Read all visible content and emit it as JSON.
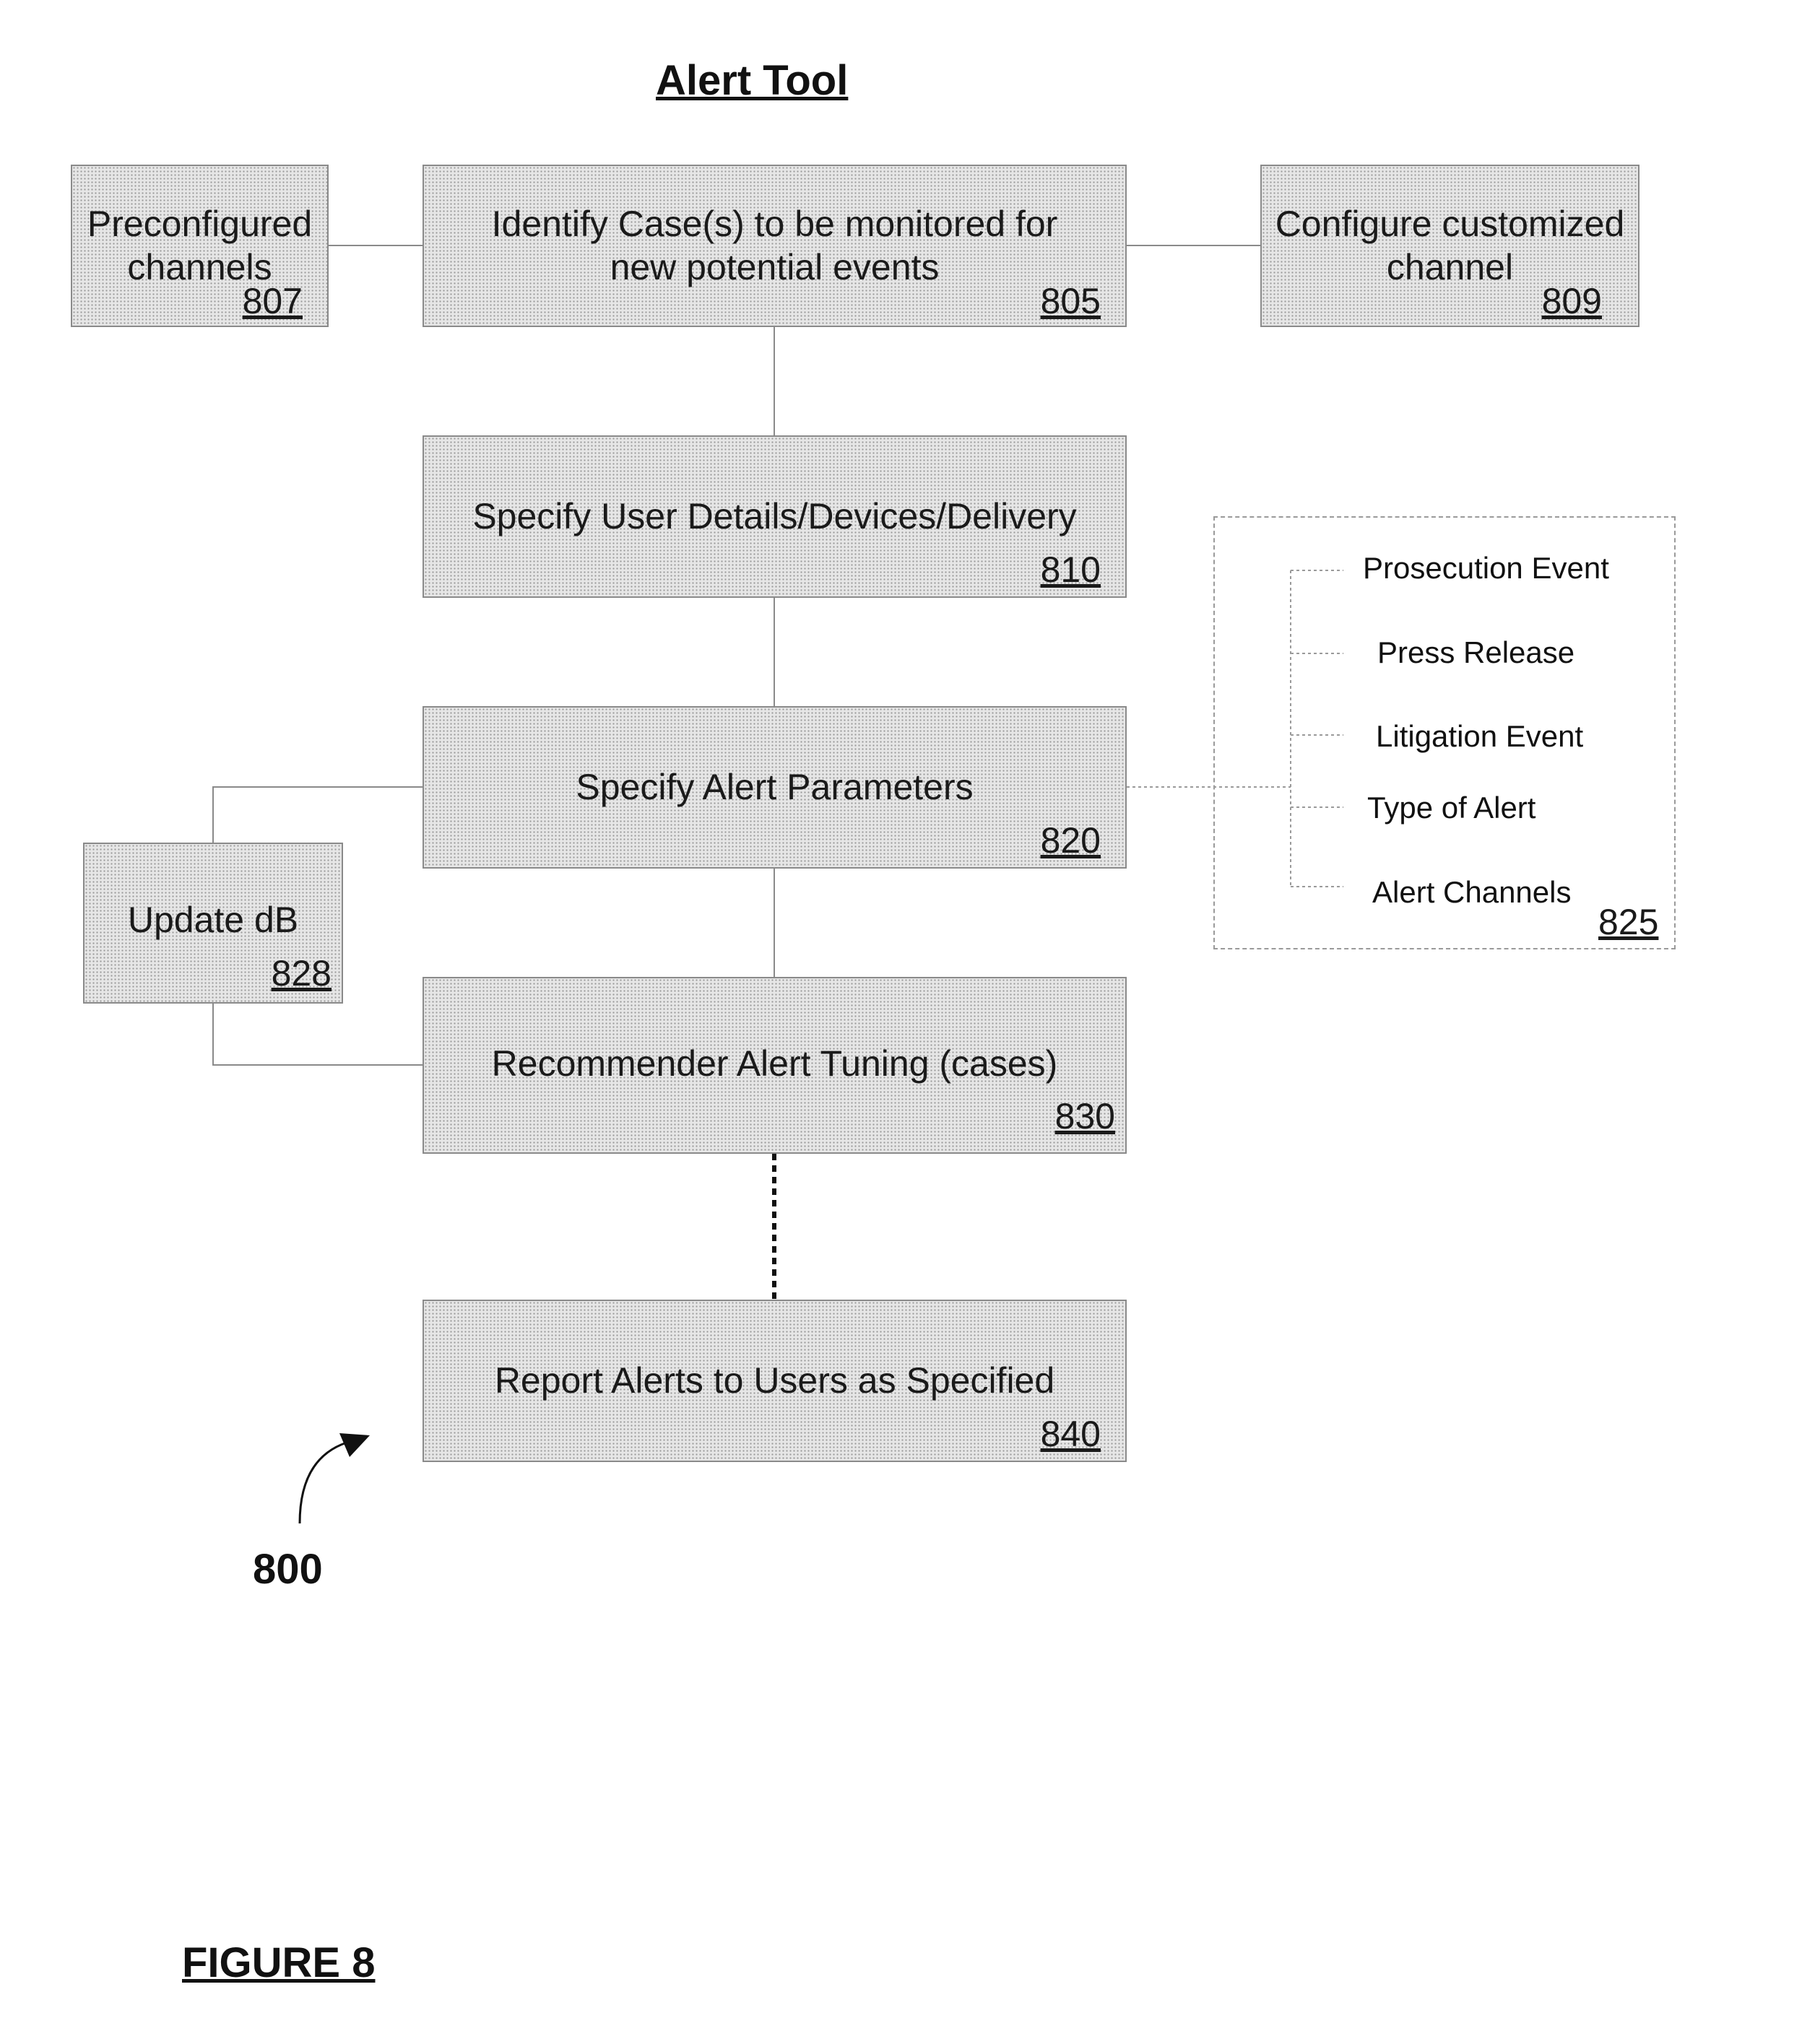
{
  "title": "Alert Tool",
  "figure_label": "FIGURE 8",
  "diagram_ref": "800",
  "boxes": {
    "preconfigured": {
      "label": "Preconfigured channels",
      "ref": "807"
    },
    "identify": {
      "label": "Identify Case(s) to be monitored for new potential events",
      "ref": "805"
    },
    "customized": {
      "label": "Configure customized channel",
      "ref": "809"
    },
    "user_details": {
      "label": "Specify User Details/Devices/Delivery",
      "ref": "810"
    },
    "alert_params": {
      "label": "Specify Alert Parameters",
      "ref": "820"
    },
    "update_db": {
      "label": "Update dB",
      "ref": "828"
    },
    "recommender": {
      "label": "Recommender Alert Tuning (cases)",
      "ref": "830"
    },
    "report": {
      "label": "Report Alerts to Users as Specified",
      "ref": "840"
    }
  },
  "parameters_group": {
    "ref": "825",
    "items": [
      "Prosecution Event",
      "Press Release",
      "Litigation Event",
      "Type of Alert",
      "Alert Channels"
    ]
  }
}
